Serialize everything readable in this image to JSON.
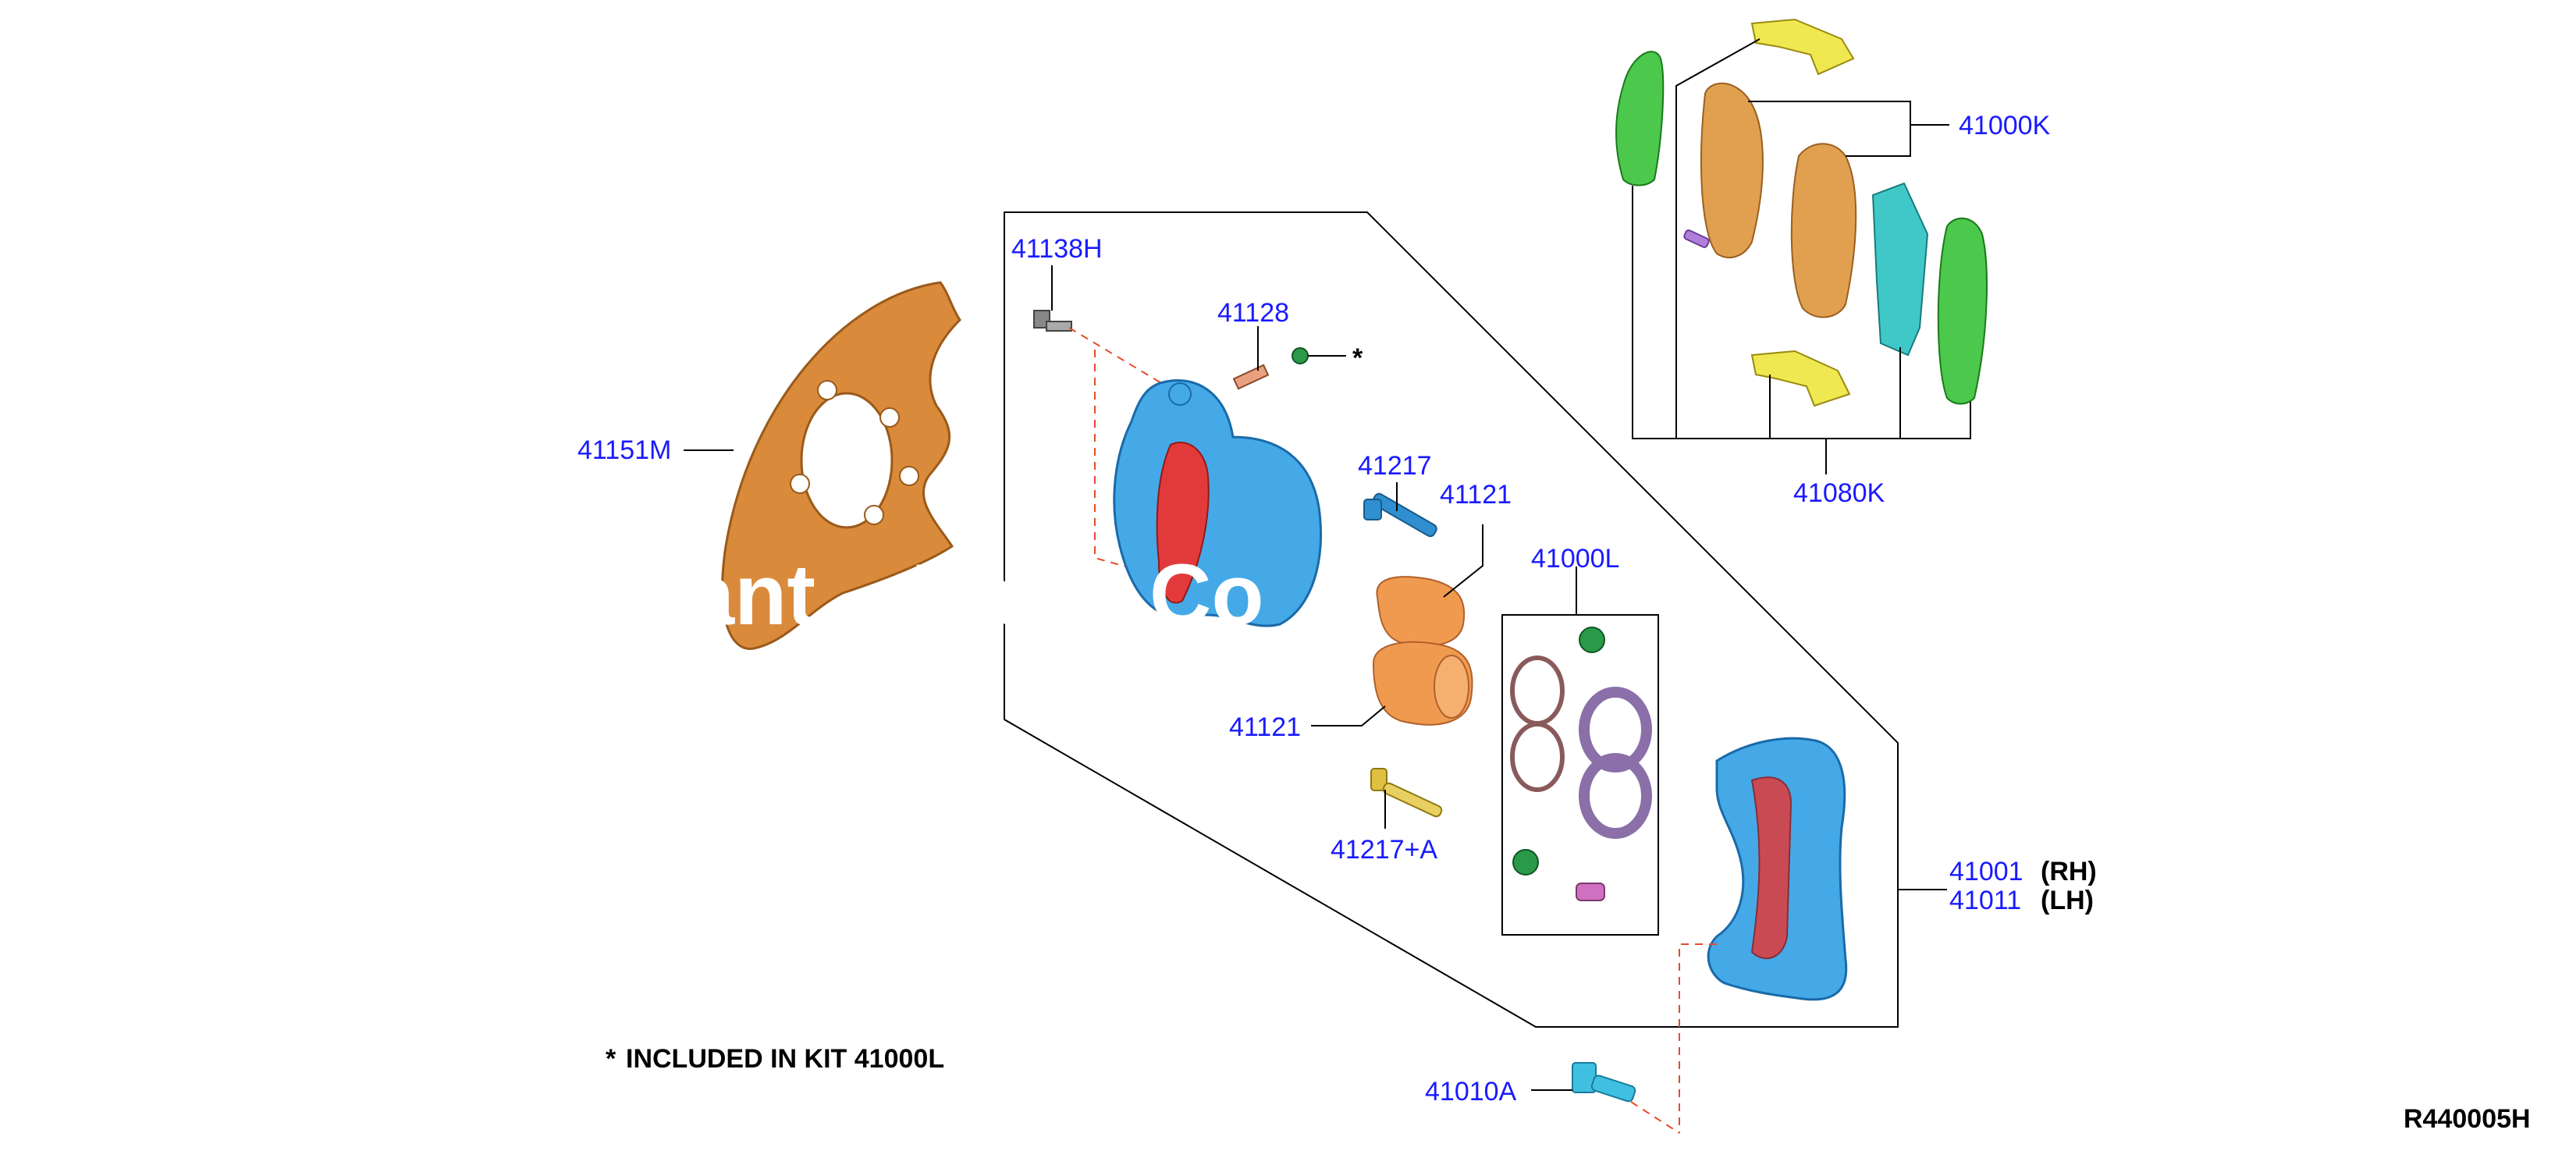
{
  "labels": {
    "p41151M": "41151M",
    "p41138H": "41138H",
    "p41128": "41128",
    "p41217": "41217",
    "p41121_upper": "41121",
    "p41121_lower": "41121",
    "p41000L": "41000L",
    "p41217A": "41217+A",
    "p41010A": "41010A",
    "p41001": "41001",
    "p41011": "41011",
    "p41000K": "41000K",
    "p41080K": "41080K"
  },
  "suffixes": {
    "rh": "(RH)",
    "lh": "(LH)"
  },
  "asterisk": "*",
  "note": {
    "star": "*",
    "text": "INCLUDED IN KIT 41000L"
  },
  "diagram_code": "R440005H",
  "watermark": "ant    Parts.Co",
  "colors": {
    "label_blue": "#1a1aff",
    "backing_plate": "#d98a3a",
    "caliper": "#45a9e8",
    "caliper_inner": "#e23a3a",
    "pad_green": "#4cc84c",
    "pad_orange": "#e0a050",
    "clip_yellow": "#f0e850",
    "shim_teal": "#40c8c8",
    "seal_purple": "#8a6fa8",
    "boot_orange": "#f09a50",
    "dust_cap_green": "#2a9a4a",
    "dash_red": "#e84a2a"
  }
}
